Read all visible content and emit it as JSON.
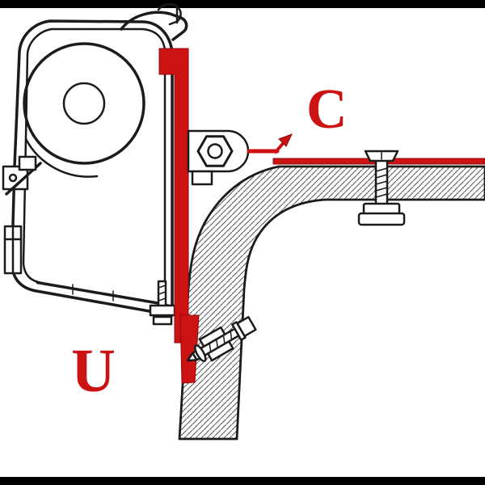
{
  "diagram": {
    "labels": {
      "c": "C",
      "u": "U"
    },
    "colors": {
      "accent": "#cc1212",
      "line": "#1b1b1b",
      "hatch": "#5a5a5a",
      "background": "#ffffff",
      "bar": "#000000"
    },
    "parts": {
      "awning": "awning-case",
      "roller": "roller-drum",
      "rail": "adapter-rail",
      "bracket": "mounting-bracket",
      "bolt": "hex-bolt",
      "wall": "vehicle-wall",
      "screw_top": "roof-screw",
      "screw_bottom": "wall-screw",
      "bracket_u": "adapter-bracket-u"
    }
  }
}
